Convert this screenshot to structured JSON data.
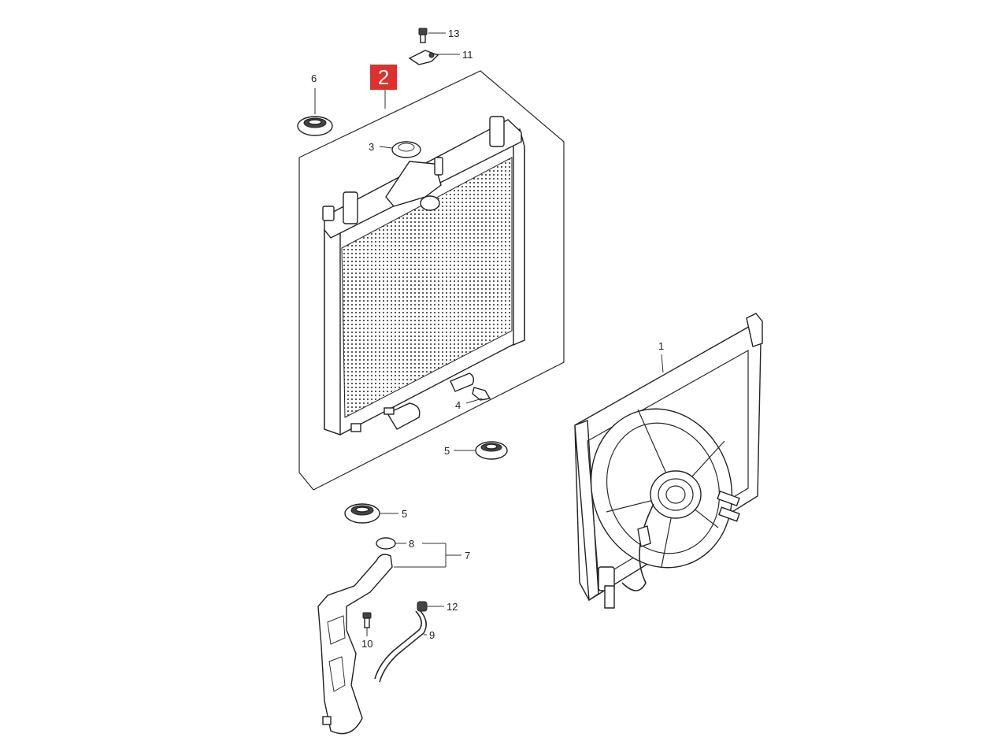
{
  "callouts": {
    "c1": "1",
    "c2": "2",
    "c3": "3",
    "c4": "4",
    "c5a": "5",
    "c5b": "5",
    "c6": "6",
    "c7": "7",
    "c8": "8",
    "c9": "9",
    "c10": "10",
    "c11": "11",
    "c12": "12",
    "c13": "13"
  },
  "highlight": {
    "part": "2",
    "color": "#e0302e"
  }
}
